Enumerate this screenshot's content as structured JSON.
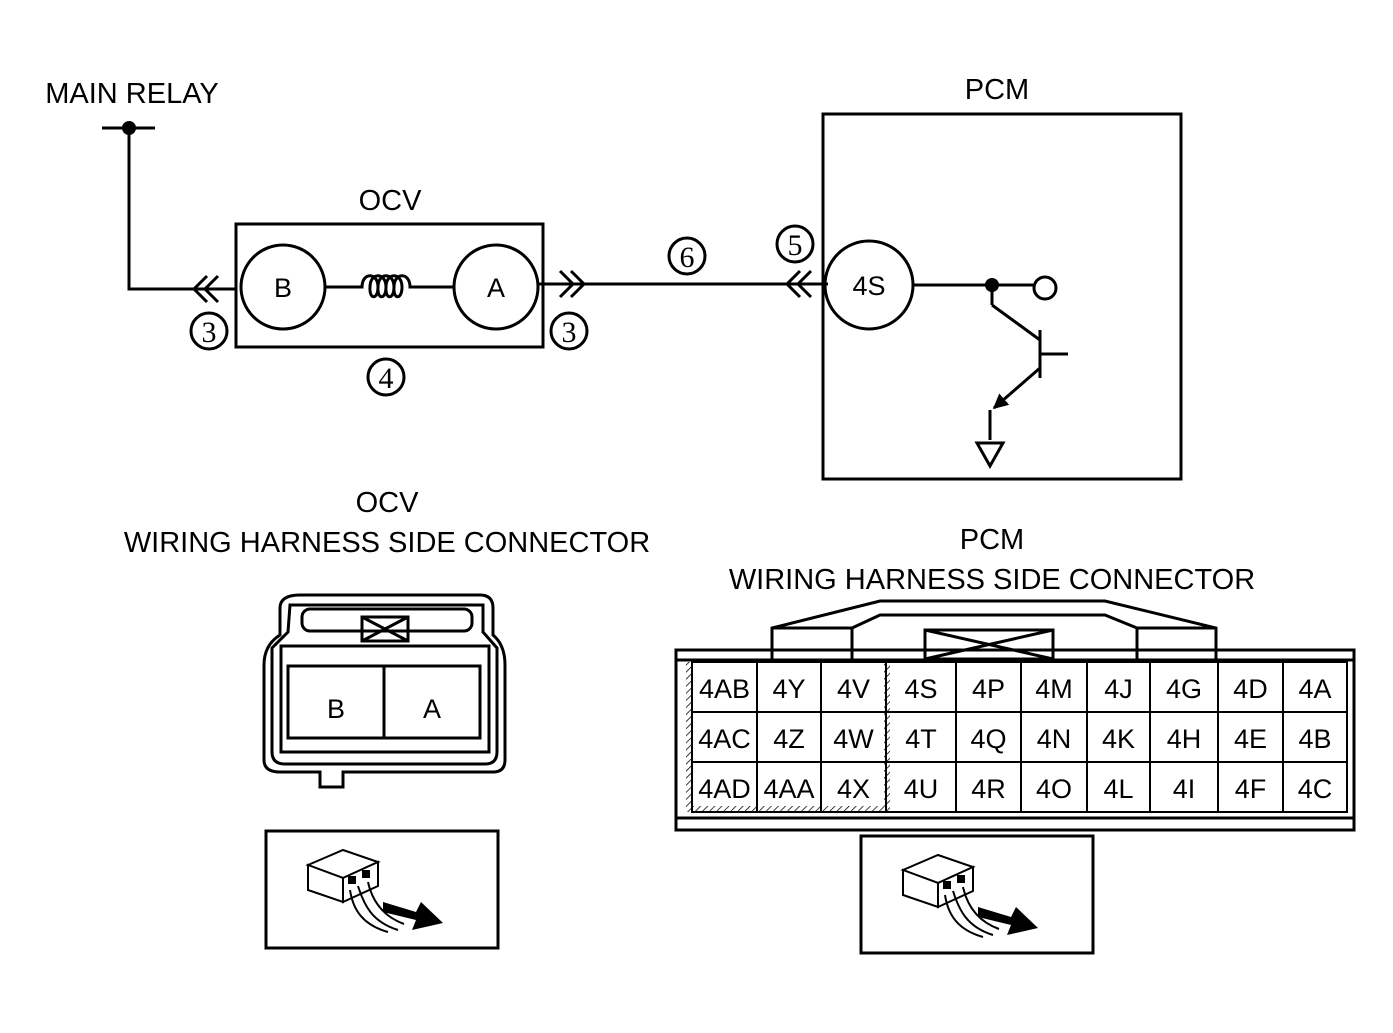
{
  "schematic": {
    "main_relay": "MAIN RELAY",
    "ocv_title": "OCV",
    "pcm_title": "PCM",
    "ocv_terminal_b": "B",
    "ocv_terminal_a": "A",
    "pcm_terminal": "4S",
    "callouts": {
      "left_connector": "3",
      "right_connector": "3",
      "ocv_body": "4",
      "pcm_connector": "5",
      "wire": "6"
    }
  },
  "ocv_connector": {
    "title": "OCV",
    "subtitle": "WIRING HARNESS SIDE CONNECTOR",
    "pins": [
      "B",
      "A"
    ]
  },
  "pcm_connector": {
    "title": "PCM",
    "subtitle": "WIRING HARNESS SIDE CONNECTOR",
    "rows": [
      [
        "4AB",
        "4Y",
        "4V",
        "4S",
        "4P",
        "4M",
        "4J",
        "4G",
        "4D",
        "4A"
      ],
      [
        "4AC",
        "4Z",
        "4W",
        "4T",
        "4Q",
        "4N",
        "4K",
        "4H",
        "4E",
        "4B"
      ],
      [
        "4AD",
        "4AA",
        "4X",
        "4U",
        "4R",
        "4O",
        "4L",
        "4I",
        "4F",
        "4C"
      ]
    ]
  },
  "icons": [
    "connector-harness-side-icon",
    "connector-harness-side-icon"
  ]
}
